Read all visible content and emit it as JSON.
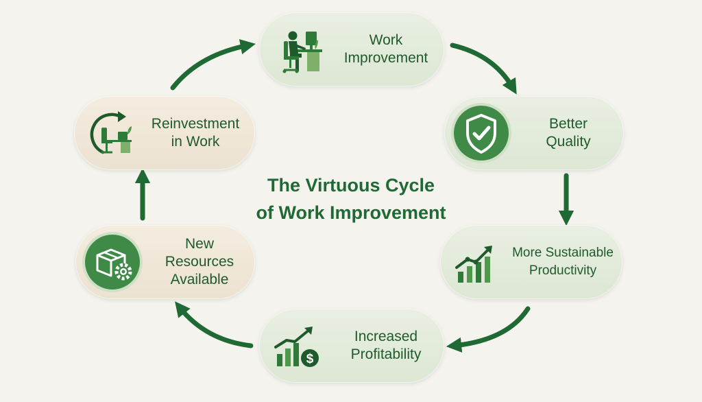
{
  "title": "The Virtuous Cycle\nof Work Improvement",
  "colors": {
    "accent": "#3f8a46",
    "text": "#1f5a2c",
    "arrow": "#1f6a34",
    "pill_green": "#e3ebda",
    "pill_beige": "#f1e8da",
    "background": "#f5f3ee"
  },
  "steps": [
    {
      "label": "Work\nImprovement",
      "icon": "person-at-desk-icon"
    },
    {
      "label": "Better\nQuality",
      "icon": "shield-check-icon"
    },
    {
      "label": "More Sustainable\nProductivity",
      "icon": "growth-chart-icon"
    },
    {
      "label": "Increased\nProfitability",
      "icon": "profit-chart-dollar-icon"
    },
    {
      "label": "New\nResources\nAvailable",
      "icon": "box-gear-icon"
    },
    {
      "label": "Reinvestment\nin Work",
      "icon": "cycle-desk-icon"
    }
  ]
}
